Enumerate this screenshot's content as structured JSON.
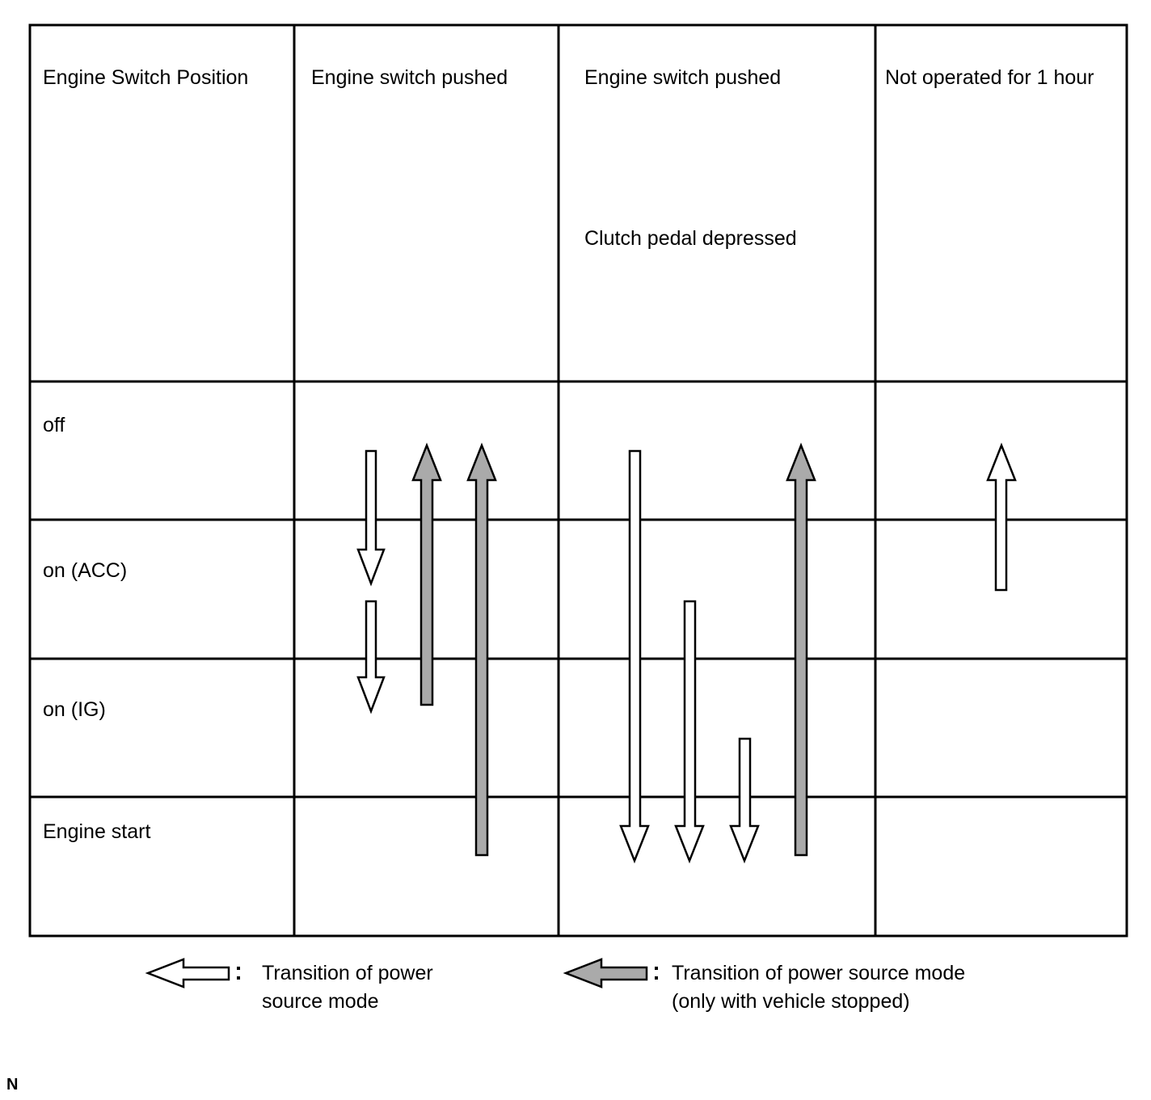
{
  "header": {
    "col0": "Engine Switch Position",
    "col1": "Engine switch pushed",
    "col2_line1": "Engine switch pushed",
    "col2_line2": "Clutch pedal depressed",
    "col3": "Not operated for 1 hour"
  },
  "rows": [
    "off",
    "on (ACC)",
    "on (IG)",
    "Engine start"
  ],
  "legend": {
    "white": {
      "line1": "Transition of power",
      "line2": "source mode"
    },
    "gray": {
      "line1": "Transition of power source mode",
      "line2": "(only with vehicle stopped)"
    }
  },
  "corner_mark": "N",
  "colors": {
    "gray_arrow": "#aaaaaa",
    "white_arrow": "#ffffff",
    "line": "#000000"
  }
}
